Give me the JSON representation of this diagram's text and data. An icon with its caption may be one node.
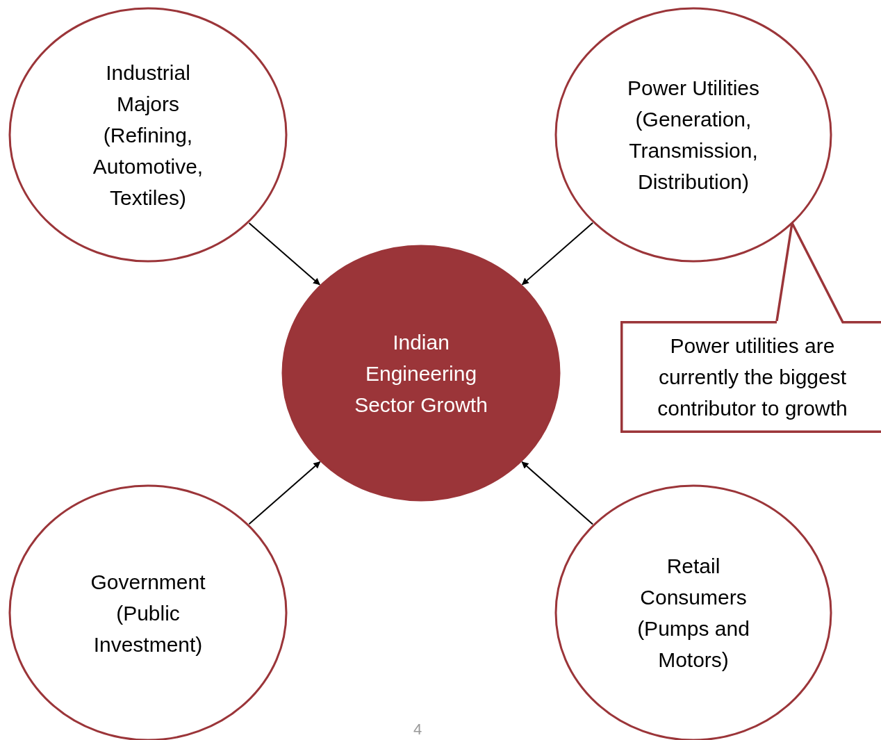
{
  "diagram": {
    "nodes": [
      {
        "text": [
          "Industrial Majors (Refining, Automotive, Textiles)"
        ]
      },
      {
        "text": [
          "Power Utilities (Generation, Transmission, Distribution)"
        ]
      },
      {
        "text": [
          "Indian Engineering Sector Growth"
        ]
      },
      {
        "text": [
          "Power utilities are currently the biggest contributor to growth"
        ]
      },
      {
        "text": [
          "Government (Public Investment)"
        ]
      },
      {
        "text": [
          "Retail Consumers (Pumps and Motors)"
        ]
      }
    ],
    "edges": [
      {
        "from": 0,
        "to": 2,
        "arrow": "to"
      },
      {
        "from": 1,
        "to": 2,
        "arrow": "to"
      },
      {
        "from": 3,
        "to": 1,
        "arrow": "none",
        "color": "#9b3539"
      },
      {
        "from": 4,
        "to": 2,
        "arrow": "to"
      },
      {
        "from": 5,
        "to": 2,
        "arrow": "to"
      }
    ],
    "labels": [
      "4"
    ]
  }
}
